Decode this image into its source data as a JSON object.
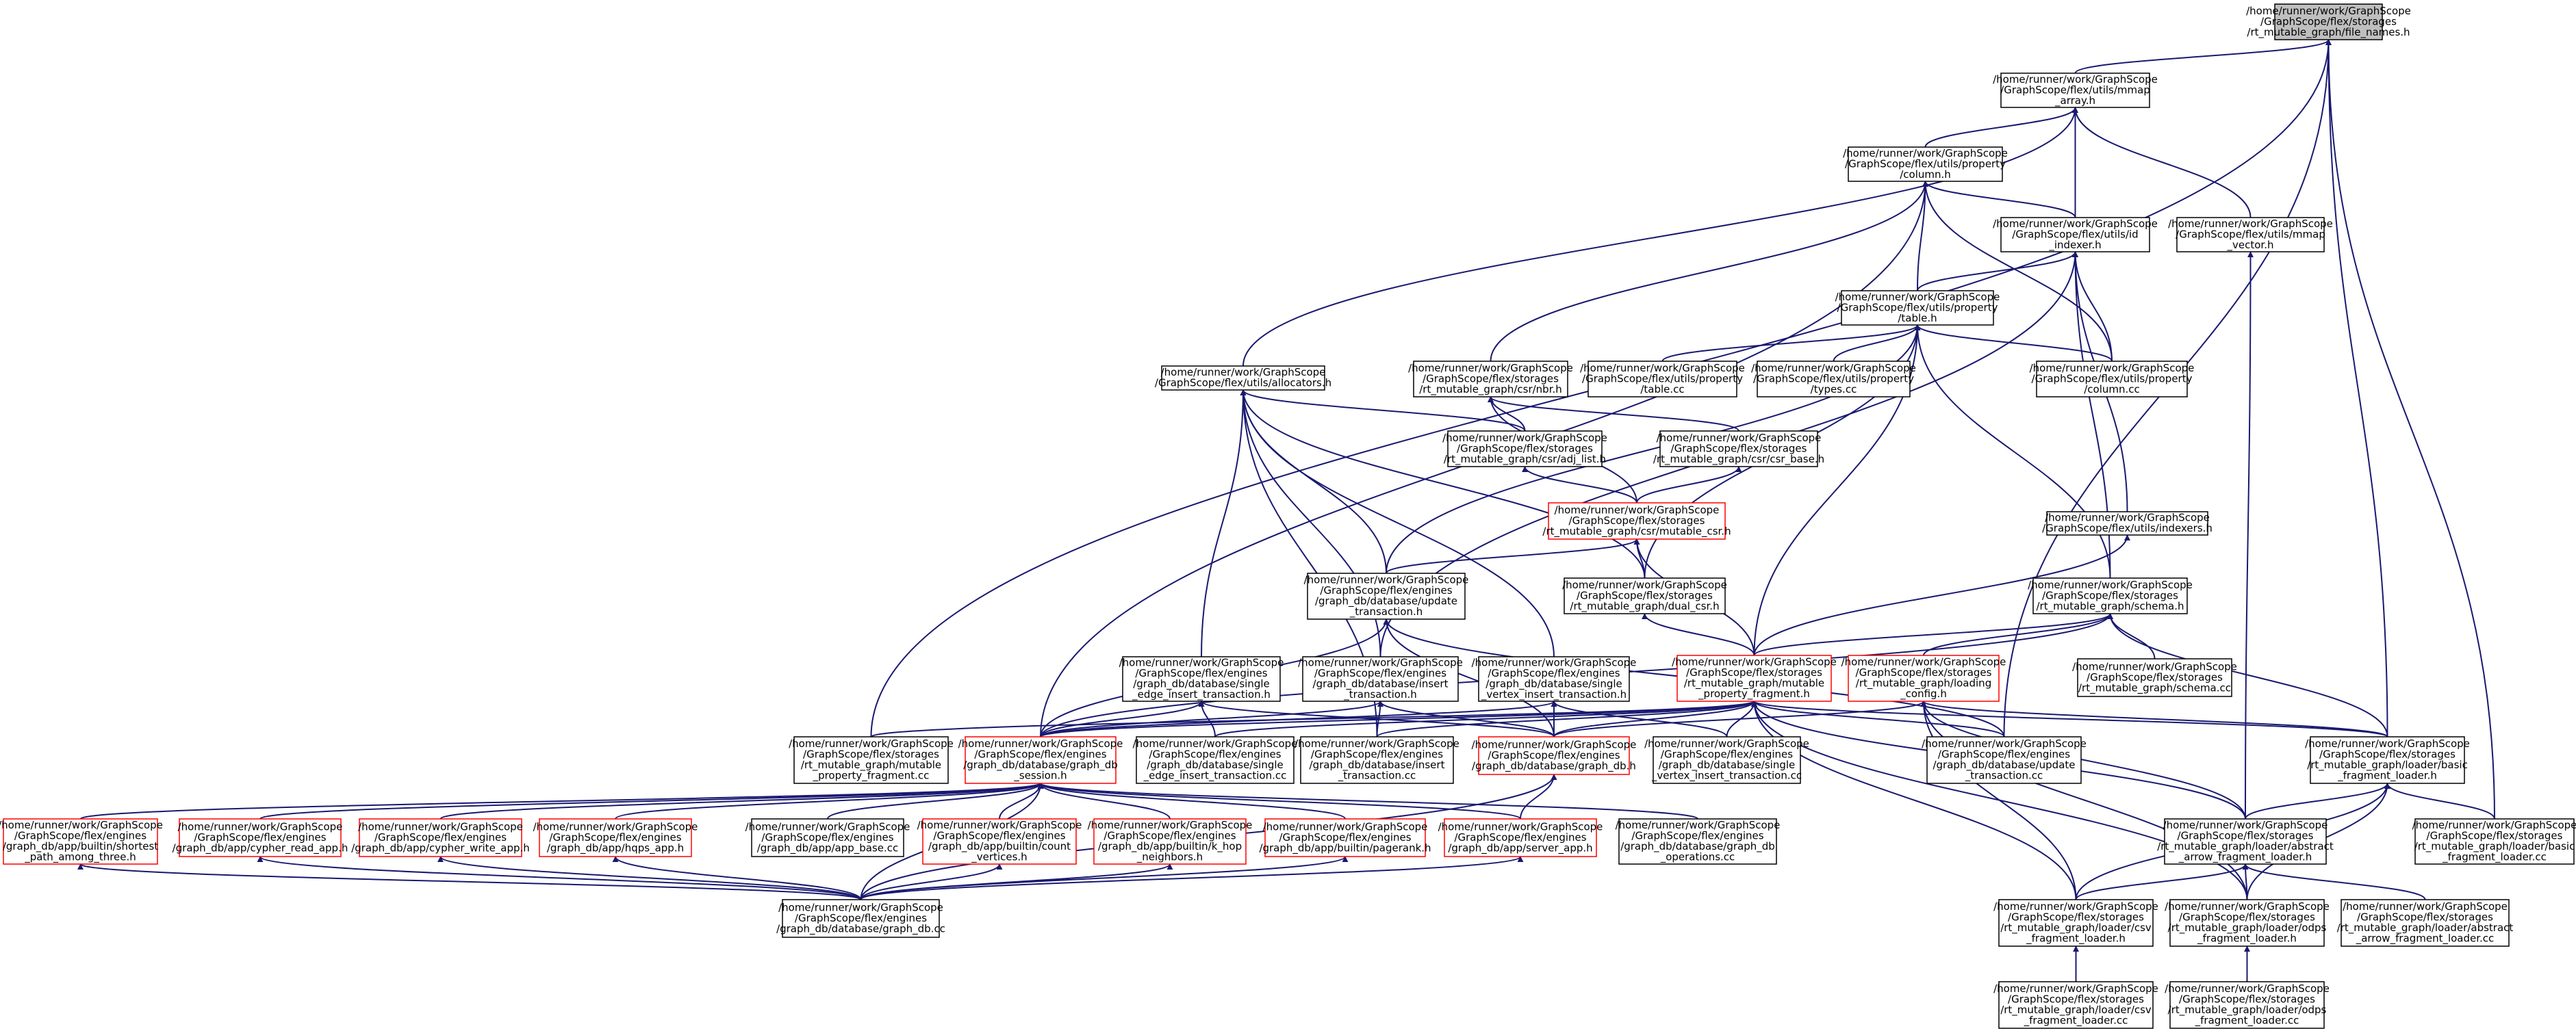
{
  "colors": {
    "edge": "#191970",
    "node_border": "#000000",
    "node_border_truncated": "#ff0000",
    "root_fill": "#bfbfbf",
    "node_fill": "#ffffff",
    "text": "#000000"
  },
  "nodes": {
    "file_names_h": {
      "lines": [
        "/home/runner/work/GraphScope",
        "/GraphScope/flex/storages",
        "/rt_mutable_graph/file_names.h"
      ],
      "root": true
    },
    "mmap_array_h": {
      "lines": [
        "/home/runner/work/GraphScope",
        "/GraphScope/flex/utils/mmap",
        "_array.h"
      ]
    },
    "column_h": {
      "lines": [
        "/home/runner/work/GraphScope",
        "/GraphScope/flex/utils/property",
        "/column.h"
      ]
    },
    "id_indexer_h": {
      "lines": [
        "/home/runner/work/GraphScope",
        "/GraphScope/flex/utils/id",
        "_indexer.h"
      ]
    },
    "mmap_vector_h": {
      "lines": [
        "/home/runner/work/GraphScope",
        "/GraphScope/flex/utils/mmap",
        "_vector.h"
      ]
    },
    "table_h": {
      "lines": [
        "/home/runner/work/GraphScope",
        "/GraphScope/flex/utils/property",
        "/table.h"
      ]
    },
    "allocators_h": {
      "lines": [
        "/home/runner/work/GraphScope",
        "/GraphScope/flex/utils/allocators.h"
      ]
    },
    "csr_mbr_h": {
      "lines": [
        "/home/runner/work/GraphScope",
        "/GraphScope/flex/storages",
        "/rt_mutable_graph/csr/nbr.h"
      ]
    },
    "table_cc": {
      "lines": [
        "/home/runner/work/GraphScope",
        "/GraphScope/flex/utils/property",
        "/table.cc"
      ]
    },
    "types_cc": {
      "lines": [
        "/home/runner/work/GraphScope",
        "/GraphScope/flex/utils/property",
        "/types.cc"
      ]
    },
    "column_cc": {
      "lines": [
        "/home/runner/work/GraphScope",
        "/GraphScope/flex/utils/property",
        "/column.cc"
      ]
    },
    "adj_list_h": {
      "lines": [
        "/home/runner/work/GraphScope",
        "/GraphScope/flex/storages",
        "/rt_mutable_graph/csr/adj_list.h"
      ]
    },
    "csr_base_h": {
      "lines": [
        "/home/runner/work/GraphScope",
        "/GraphScope/flex/storages",
        "/rt_mutable_graph/csr/csr_base.h"
      ]
    },
    "mutable_csr_h": {
      "lines": [
        "/home/runner/work/GraphScope",
        "/GraphScope/flex/storages",
        "/rt_mutable_graph/csr/mutable_csr.h"
      ],
      "truncated": true
    },
    "indexers_h": {
      "lines": [
        "/home/runner/work/GraphScope",
        "/GraphScope/flex/utils/indexers.h"
      ]
    },
    "update_txn_h": {
      "lines": [
        "/home/runner/work/GraphScope",
        "/GraphScope/flex/engines",
        "/graph_db/database/update",
        "_transaction.h"
      ]
    },
    "dual_csr_h": {
      "lines": [
        "/home/runner/work/GraphScope",
        "/GraphScope/flex/storages",
        "/rt_mutable_graph/dual_csr.h"
      ]
    },
    "schema_h": {
      "lines": [
        "/home/runner/work/GraphScope",
        "/GraphScope/flex/storages",
        "/rt_mutable_graph/schema.h"
      ]
    },
    "single_edge_h": {
      "lines": [
        "/home/runner/work/GraphScope",
        "/GraphScope/flex/engines",
        "/graph_db/database/single",
        "_edge_insert_transaction.h"
      ]
    },
    "insert_txn_h": {
      "lines": [
        "/home/runner/work/GraphScope",
        "/GraphScope/flex/engines",
        "/graph_db/database/insert",
        "_transaction.h"
      ]
    },
    "single_vertex_h": {
      "lines": [
        "/home/runner/work/GraphScope",
        "/GraphScope/flex/engines",
        "/graph_db/database/single",
        "_vertex_insert_transaction.h"
      ]
    },
    "mpf_h": {
      "lines": [
        "/home/runner/work/GraphScope",
        "/GraphScope/flex/storages",
        "/rt_mutable_graph/mutable",
        "_property_fragment.h"
      ],
      "truncated": true
    },
    "loading_config_h": {
      "lines": [
        "/home/runner/work/GraphScope",
        "/GraphScope/flex/storages",
        "/rt_mutable_graph/loading",
        "_config.h"
      ],
      "truncated": true
    },
    "schema_cc": {
      "lines": [
        "/home/runner/work/GraphScope",
        "/GraphScope/flex/storages",
        "/rt_mutable_graph/schema.cc"
      ]
    },
    "mpf_cc": {
      "lines": [
        "/home/runner/work/GraphScope",
        "/GraphScope/flex/storages",
        "/rt_mutable_graph/mutable",
        "_property_fragment.cc"
      ]
    },
    "session_h": {
      "lines": [
        "/home/runner/work/GraphScope",
        "/GraphScope/flex/engines",
        "/graph_db/database/graph_db",
        "_session.h"
      ],
      "truncated": true
    },
    "single_edge_cc": {
      "lines": [
        "/home/runner/work/GraphScope",
        "/GraphScope/flex/engines",
        "/graph_db/database/single",
        "_edge_insert_transaction.cc"
      ]
    },
    "insert_txn_cc": {
      "lines": [
        "/home/runner/work/GraphScope",
        "/GraphScope/flex/engines",
        "/graph_db/database/insert",
        "_transaction.cc"
      ]
    },
    "graph_db_h": {
      "lines": [
        "/home/runner/work/GraphScope",
        "/GraphScope/flex/engines",
        "/graph_db/database/graph_db.h"
      ],
      "truncated": true
    },
    "single_vertex_cc": {
      "lines": [
        "/home/runner/work/GraphScope",
        "/GraphScope/flex/engines",
        "/graph_db/database/single",
        "_vertex_insert_transaction.cc"
      ]
    },
    "update_txn_cc": {
      "lines": [
        "/home/runner/work/GraphScope",
        "/GraphScope/flex/engines",
        "/graph_db/database/update",
        "_transaction.cc"
      ]
    },
    "basic_loader_h": {
      "lines": [
        "/home/runner/work/GraphScope",
        "/GraphScope/flex/storages",
        "/rt_mutable_graph/loader/basic",
        "_fragment_loader.h"
      ]
    },
    "shortest_h": {
      "lines": [
        "/home/runner/work/GraphScope",
        "/GraphScope/flex/engines",
        "/graph_db/app/builtin/shortest",
        "_path_among_three.h"
      ],
      "truncated": true
    },
    "cypher_read_h": {
      "lines": [
        "/home/runner/work/GraphScope",
        "/GraphScope/flex/engines",
        "/graph_db/app/cypher_read_app.h"
      ],
      "truncated": true
    },
    "cypher_write_h": {
      "lines": [
        "/home/runner/work/GraphScope",
        "/GraphScope/flex/engines",
        "/graph_db/app/cypher_write_app.h"
      ],
      "truncated": true
    },
    "hqps_h": {
      "lines": [
        "/home/runner/work/GraphScope",
        "/GraphScope/flex/engines",
        "/graph_db/app/hqps_app.h"
      ],
      "truncated": true
    },
    "app_base_cc": {
      "lines": [
        "/home/runner/work/GraphScope",
        "/GraphScope/flex/engines",
        "/graph_db/app/app_base.cc"
      ]
    },
    "count_vertices_h": {
      "lines": [
        "/home/runner/work/GraphScope",
        "/GraphScope/flex/engines",
        "/graph_db/app/builtin/count",
        "_vertices.h"
      ],
      "truncated": true
    },
    "k_hop_h": {
      "lines": [
        "/home/runner/work/GraphScope",
        "/GraphScope/flex/engines",
        "/graph_db/app/builtin/k_hop",
        "_neighbors.h"
      ],
      "truncated": true
    },
    "pagerank_h": {
      "lines": [
        "/home/runner/work/GraphScope",
        "/GraphScope/flex/engines",
        "/graph_db/app/builtin/pagerank.h"
      ],
      "truncated": true
    },
    "server_app_h": {
      "lines": [
        "/home/runner/work/GraphScope",
        "/GraphScope/flex/engines",
        "/graph_db/app/server_app.h"
      ],
      "truncated": true
    },
    "graph_db_ops_cc": {
      "lines": [
        "/home/runner/work/GraphScope",
        "/GraphScope/flex/engines",
        "/graph_db/database/graph_db",
        "_operations.cc"
      ]
    },
    "abstract_loader_h": {
      "lines": [
        "/home/runner/work/GraphScope",
        "/GraphScope/flex/storages",
        "/rt_mutable_graph/loader/abstract",
        "_arrow_fragment_loader.h"
      ]
    },
    "basic_loader_cc": {
      "lines": [
        "/home/runner/work/GraphScope",
        "/GraphScope/flex/storages",
        "/rt_mutable_graph/loader/basic",
        "_fragment_loader.cc"
      ]
    },
    "graph_db_cc": {
      "lines": [
        "/home/runner/work/GraphScope",
        "/GraphScope/flex/engines",
        "/graph_db/database/graph_db.cc"
      ]
    },
    "csv_loader_h": {
      "lines": [
        "/home/runner/work/GraphScope",
        "/GraphScope/flex/storages",
        "/rt_mutable_graph/loader/csv",
        "_fragment_loader.h"
      ]
    },
    "odps_loader_h": {
      "lines": [
        "/home/runner/work/GraphScope",
        "/GraphScope/flex/storages",
        "/rt_mutable_graph/loader/odps",
        "_fragment_loader.h"
      ]
    },
    "abstract_loader_cc": {
      "lines": [
        "/home/runner/work/GraphScope",
        "/GraphScope/flex/storages",
        "/rt_mutable_graph/loader/abstract",
        "_arrow_fragment_loader.cc"
      ]
    },
    "csv_loader_cc": {
      "lines": [
        "/home/runner/work/GraphScope",
        "/GraphScope/flex/storages",
        "/rt_mutable_graph/loader/csv",
        "_fragment_loader.cc"
      ]
    },
    "odps_loader_cc": {
      "lines": [
        "/home/runner/work/GraphScope",
        "/GraphScope/flex/storages",
        "/rt_mutable_graph/loader/odps",
        "_fragment_loader.cc"
      ]
    }
  },
  "edges": [
    [
      "mmap_array_h",
      "file_names_h"
    ],
    [
      "mpf_cc",
      "file_names_h"
    ],
    [
      "update_txn_cc",
      "file_names_h"
    ],
    [
      "basic_loader_h",
      "file_names_h"
    ],
    [
      "basic_loader_cc",
      "file_names_h"
    ],
    [
      "column_h",
      "mmap_array_h"
    ],
    [
      "id_indexer_h",
      "mmap_array_h"
    ],
    [
      "mmap_vector_h",
      "mmap_array_h"
    ],
    [
      "allocators_h",
      "mmap_array_h"
    ],
    [
      "id_indexer_h",
      "column_h"
    ],
    [
      "table_h",
      "column_h"
    ],
    [
      "column_cc",
      "column_h"
    ],
    [
      "csr_mbr_h",
      "column_h"
    ],
    [
      "session_h",
      "column_h"
    ],
    [
      "table_h",
      "id_indexer_h"
    ],
    [
      "column_cc",
      "id_indexer_h"
    ],
    [
      "indexers_h",
      "id_indexer_h"
    ],
    [
      "schema_h",
      "id_indexer_h"
    ],
    [
      "insert_txn_h",
      "id_indexer_h"
    ],
    [
      "abstract_loader_h",
      "mmap_vector_h"
    ],
    [
      "table_cc",
      "table_h"
    ],
    [
      "types_cc",
      "table_h"
    ],
    [
      "column_cc",
      "table_h"
    ],
    [
      "update_txn_h",
      "table_h"
    ],
    [
      "dual_csr_h",
      "table_h"
    ],
    [
      "mpf_h",
      "table_h"
    ],
    [
      "schema_h",
      "table_h"
    ],
    [
      "adj_list_h",
      "allocators_h"
    ],
    [
      "update_txn_h",
      "allocators_h"
    ],
    [
      "dual_csr_h",
      "allocators_h"
    ],
    [
      "single_edge_h",
      "allocators_h"
    ],
    [
      "insert_txn_h",
      "allocators_h"
    ],
    [
      "single_vertex_h",
      "allocators_h"
    ],
    [
      "insert_txn_cc",
      "allocators_h"
    ],
    [
      "adj_list_h",
      "csr_mbr_h"
    ],
    [
      "csr_base_h",
      "csr_mbr_h"
    ],
    [
      "mutable_csr_h",
      "csr_mbr_h"
    ],
    [
      "mutable_csr_h",
      "adj_list_h"
    ],
    [
      "mutable_csr_h",
      "csr_base_h"
    ],
    [
      "dual_csr_h",
      "mutable_csr_h"
    ],
    [
      "update_txn_h",
      "mutable_csr_h"
    ],
    [
      "mpf_h",
      "mutable_csr_h"
    ],
    [
      "mpf_h",
      "indexers_h"
    ],
    [
      "session_h",
      "update_txn_h"
    ],
    [
      "graph_db_h",
      "update_txn_h"
    ],
    [
      "update_txn_cc",
      "update_txn_h"
    ],
    [
      "mpf_h",
      "dual_csr_h"
    ],
    [
      "mpf_h",
      "schema_h"
    ],
    [
      "loading_config_h",
      "schema_h"
    ],
    [
      "schema_cc",
      "schema_h"
    ],
    [
      "basic_loader_h",
      "schema_h"
    ],
    [
      "session_h",
      "schema_h"
    ],
    [
      "session_h",
      "single_edge_h"
    ],
    [
      "single_edge_cc",
      "single_edge_h"
    ],
    [
      "graph_db_h",
      "single_edge_h"
    ],
    [
      "session_h",
      "insert_txn_h"
    ],
    [
      "insert_txn_cc",
      "insert_txn_h"
    ],
    [
      "graph_db_h",
      "insert_txn_h"
    ],
    [
      "session_h",
      "single_vertex_h"
    ],
    [
      "single_vertex_cc",
      "single_vertex_h"
    ],
    [
      "graph_db_h",
      "single_vertex_h"
    ],
    [
      "session_h",
      "mpf_h"
    ],
    [
      "single_edge_cc",
      "mpf_h"
    ],
    [
      "insert_txn_cc",
      "mpf_h"
    ],
    [
      "graph_db_h",
      "mpf_h"
    ],
    [
      "single_vertex_cc",
      "mpf_h"
    ],
    [
      "update_txn_cc",
      "mpf_h"
    ],
    [
      "mpf_cc",
      "mpf_h"
    ],
    [
      "basic_loader_h",
      "mpf_h"
    ],
    [
      "abstract_loader_h",
      "mpf_h"
    ],
    [
      "csv_loader_h",
      "mpf_h"
    ],
    [
      "odps_loader_h",
      "mpf_h"
    ],
    [
      "graph_db_h",
      "loading_config_h"
    ],
    [
      "basic_loader_h",
      "loading_config_h"
    ],
    [
      "abstract_loader_h",
      "loading_config_h"
    ],
    [
      "csv_loader_h",
      "loading_config_h"
    ],
    [
      "odps_loader_h",
      "loading_config_h"
    ],
    [
      "shortest_h",
      "session_h"
    ],
    [
      "cypher_read_h",
      "session_h"
    ],
    [
      "cypher_write_h",
      "session_h"
    ],
    [
      "hqps_h",
      "session_h"
    ],
    [
      "app_base_cc",
      "session_h"
    ],
    [
      "count_vertices_h",
      "session_h"
    ],
    [
      "k_hop_h",
      "session_h"
    ],
    [
      "pagerank_h",
      "session_h"
    ],
    [
      "server_app_h",
      "session_h"
    ],
    [
      "graph_db_ops_cc",
      "session_h"
    ],
    [
      "graph_db_cc",
      "session_h"
    ],
    [
      "server_app_h",
      "graph_db_h"
    ],
    [
      "graph_db_cc",
      "graph_db_h"
    ],
    [
      "abstract_loader_h",
      "basic_loader_h"
    ],
    [
      "basic_loader_cc",
      "basic_loader_h"
    ],
    [
      "csv_loader_h",
      "basic_loader_h"
    ],
    [
      "odps_loader_h",
      "basic_loader_h"
    ],
    [
      "csv_loader_h",
      "abstract_loader_h"
    ],
    [
      "odps_loader_h",
      "abstract_loader_h"
    ],
    [
      "abstract_loader_cc",
      "abstract_loader_h"
    ],
    [
      "graph_db_cc",
      "shortest_h"
    ],
    [
      "graph_db_cc",
      "cypher_read_h"
    ],
    [
      "graph_db_cc",
      "cypher_write_h"
    ],
    [
      "graph_db_cc",
      "hqps_h"
    ],
    [
      "graph_db_cc",
      "count_vertices_h"
    ],
    [
      "graph_db_cc",
      "k_hop_h"
    ],
    [
      "graph_db_cc",
      "pagerank_h"
    ],
    [
      "graph_db_cc",
      "server_app_h"
    ],
    [
      "csv_loader_cc",
      "csv_loader_h"
    ],
    [
      "odps_loader_cc",
      "odps_loader_h"
    ]
  ]
}
